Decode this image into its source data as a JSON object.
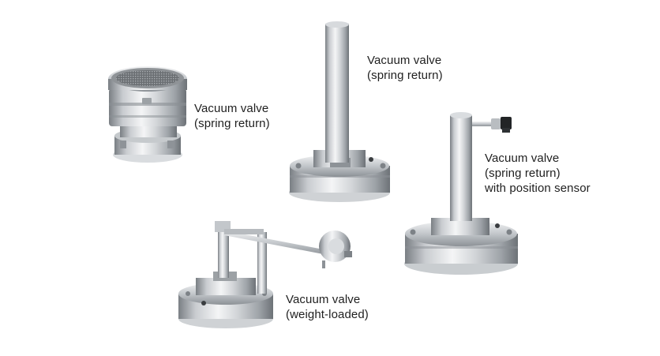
{
  "products": [
    {
      "id": "mesh-valve",
      "lines": [
        "Vacuum valve",
        "(spring return)"
      ]
    },
    {
      "id": "tall-spring-valve",
      "lines": [
        "Vacuum valve",
        "(spring return)"
      ]
    },
    {
      "id": "sensor-valve",
      "lines": [
        "Vacuum valve",
        "(spring return)",
        "with position sensor"
      ]
    },
    {
      "id": "lever-valve",
      "lines": [
        "Vacuum valve",
        "(weight-loaded)"
      ]
    }
  ],
  "colors": {
    "background": "#ffffff",
    "steel_light": "#e6e8ea",
    "steel_mid": "#b4b8bc",
    "steel_dark": "#6f7478",
    "text": "#1f1f1f"
  }
}
